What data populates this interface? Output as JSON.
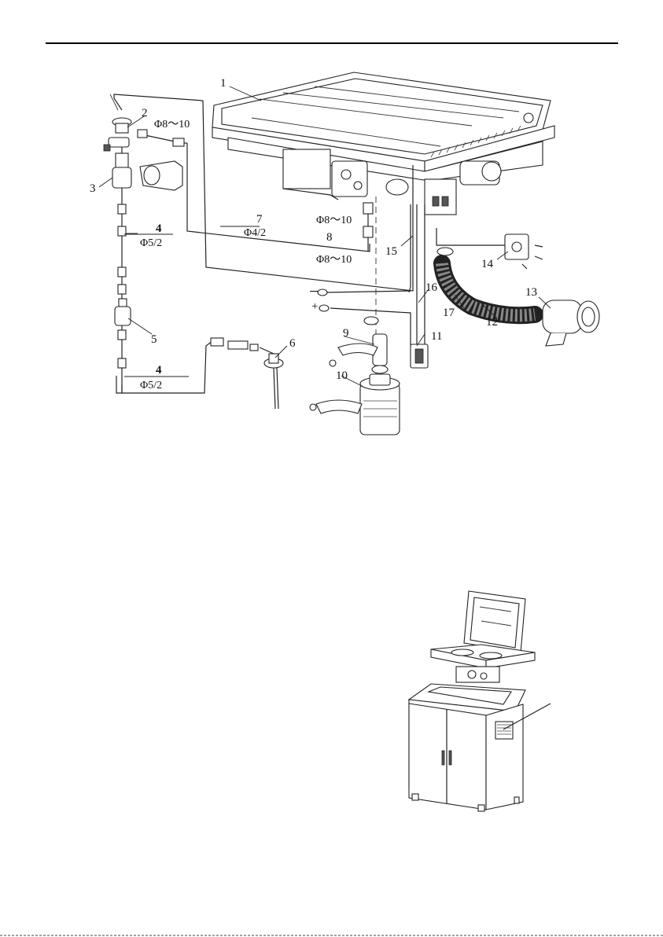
{
  "callouts": {
    "c1": "1",
    "c2": "2",
    "c3": "3",
    "c4a": "4",
    "c4b": "4",
    "c5": "5",
    "c6": "6",
    "c7": "7",
    "c8": "8",
    "c9": "9",
    "c10": "10",
    "c11": "11",
    "c12": "12",
    "c13": "13",
    "c14": "14",
    "c15": "15",
    "c16": "16",
    "c17": "17"
  },
  "specs": {
    "pipe_a": "Φ8～10",
    "pipe_b": "Φ8～10",
    "pipe_c": "Φ8～10",
    "pipe_7": "Φ4/2",
    "pipe_4a": "Φ5/2",
    "pipe_4b": "Φ5/2"
  },
  "polarity": {
    "minus": "－",
    "plus": "+"
  }
}
